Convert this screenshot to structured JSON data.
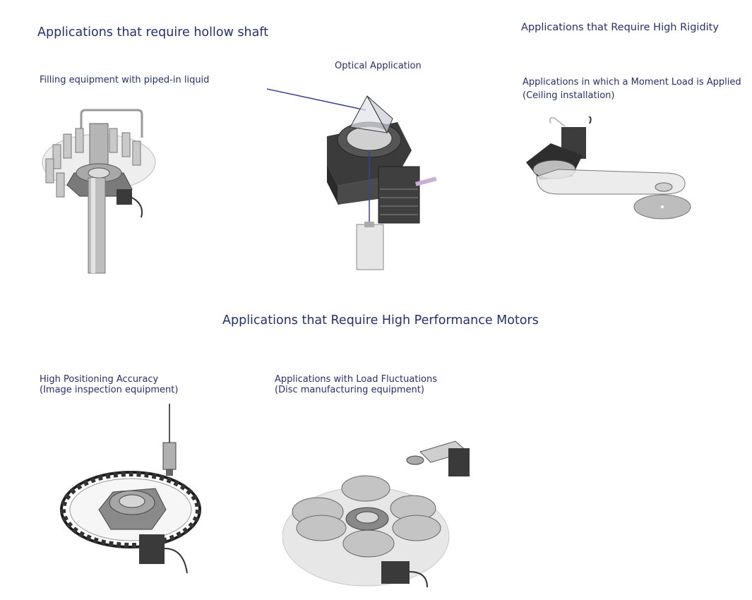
{
  "headings": {
    "hollow_shaft": "Applications that require hollow shaft",
    "high_rigidity": "Applications that Require High Rigidity",
    "high_performance": "Applications that Require High Performance Motors"
  },
  "captions": {
    "filling": "Filling equipment with piped-in liquid",
    "optical": "Optical Application",
    "moment_line1": "Applications in which a Moment Load is Applied",
    "moment_line2": "(Ceiling installation)",
    "positioning_line1": "High Positioning Accuracy",
    "positioning_line2": "(Image inspection equipment)",
    "load_line1": "Applications with Load Fluctuations",
    "load_line2": "(Disc manufacturing equipment)"
  },
  "colors": {
    "text": "#23306e",
    "laser": "#3a3f9a",
    "motor_dark": "#3b3b3b",
    "metal_light": "#cfcfcf"
  }
}
